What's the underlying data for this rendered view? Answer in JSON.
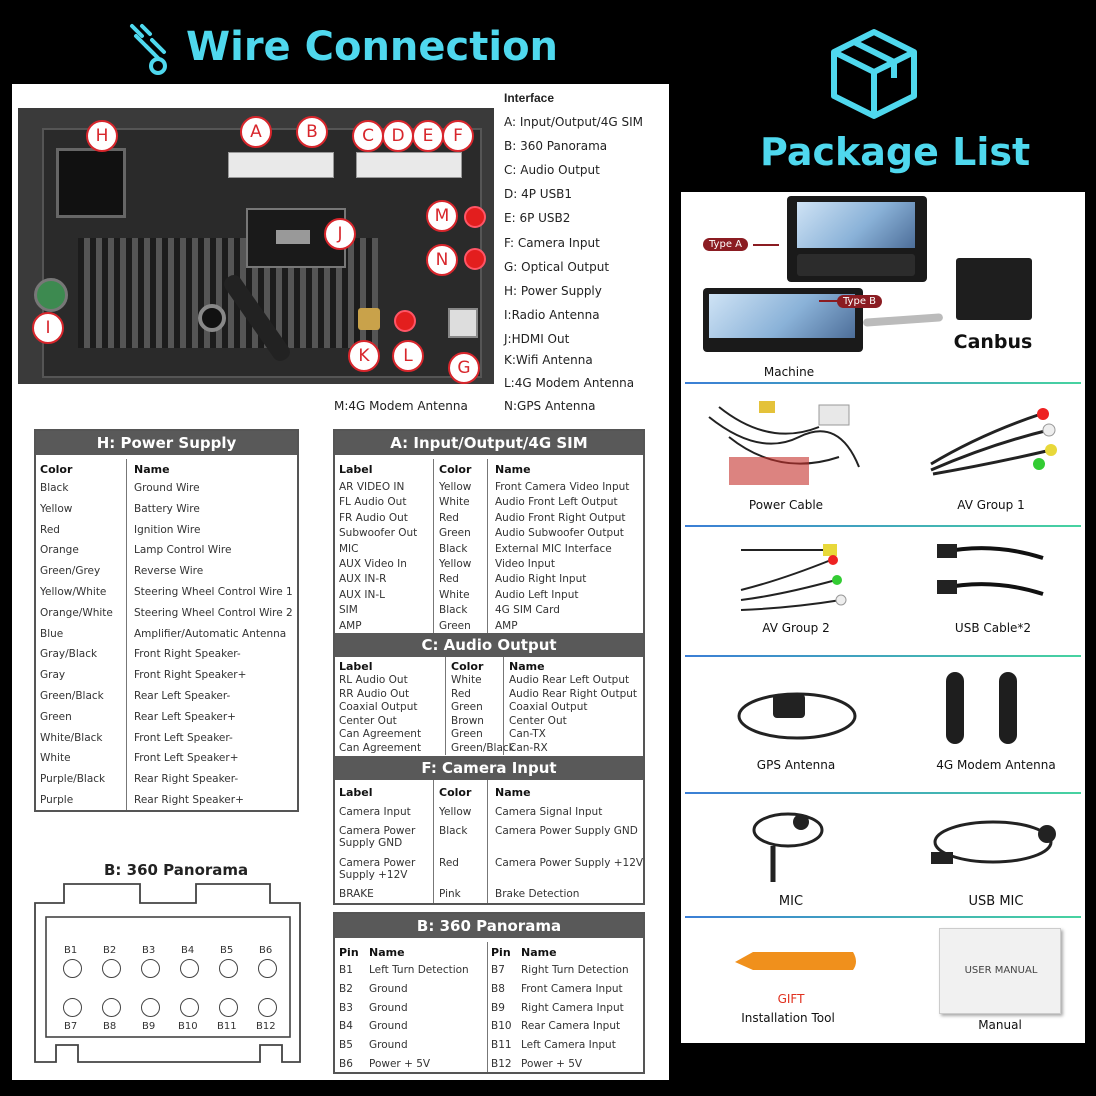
{
  "headings": {
    "wire": "Wire Connection",
    "package": "Package List"
  },
  "icons": {
    "wire": "plug-icon",
    "package": "box-icon"
  },
  "colors": {
    "accent": "#4fd8ee",
    "table_header": "#595959",
    "badge": "#d8262c",
    "gift": "#e0301e"
  },
  "interface": {
    "title": "Interface",
    "items": [
      "A: Input/Output/4G SIM",
      "B: 360 Panorama",
      "C: Audio Output",
      "D: 4P USB1",
      "E: 6P USB2",
      "F: Camera Input",
      "G: Optical Output",
      "H: Power Supply",
      "I:Radio Antenna",
      "J:HDMI Out",
      "K:Wifi Antenna",
      "L:4G Modem Antenna"
    ],
    "bottom_left": "M:4G Modem Antenna",
    "bottom_right": "N:GPS Antenna"
  },
  "ports": {
    "H": "H",
    "A": "A",
    "B": "B",
    "C": "C",
    "D": "D",
    "E": "E",
    "F": "F",
    "J": "J",
    "M": "M",
    "N": "N",
    "I": "I",
    "K": "K",
    "L": "L",
    "G": "G"
  },
  "power_supply": {
    "title": "H: Power Supply",
    "headers": [
      "Color",
      "Name"
    ],
    "rows": [
      [
        "Black",
        "Ground Wire"
      ],
      [
        "Yellow",
        "Battery Wire"
      ],
      [
        "Red",
        "Ignition Wire"
      ],
      [
        "Orange",
        "Lamp Control Wire"
      ],
      [
        "Green/Grey",
        "Reverse Wire"
      ],
      [
        "Yellow/White",
        "Steering Wheel Control Wire 1"
      ],
      [
        "Orange/White",
        "Steering Wheel Control Wire 2"
      ],
      [
        "Blue",
        "Amplifier/Automatic Antenna"
      ],
      [
        "Gray/Black",
        "Front Right Speaker-"
      ],
      [
        "Gray",
        "Front Right Speaker+"
      ],
      [
        "Green/Black",
        "Rear Left Speaker-"
      ],
      [
        "Green",
        "Rear Left Speaker+"
      ],
      [
        "White/Black",
        "Front Left Speaker-"
      ],
      [
        "White",
        "Front Left Speaker+"
      ],
      [
        "Purple/Black",
        "Rear Right Speaker-"
      ],
      [
        "Purple",
        "Rear Right Speaker+"
      ]
    ]
  },
  "io_table": {
    "title": "A: Input/Output/4G SIM",
    "headers": [
      "Label",
      "Color",
      "Name"
    ],
    "rows": [
      [
        "AR VIDEO IN",
        "Yellow",
        "Front Camera Video Input"
      ],
      [
        "FL Audio Out",
        "White",
        "Audio Front Left Output"
      ],
      [
        "FR Audio Out",
        "Red",
        "Audio Front Right Output"
      ],
      [
        "Subwoofer Out",
        "Green",
        "Audio Subwoofer Output"
      ],
      [
        "MIC",
        "Black",
        "External MIC Interface"
      ],
      [
        "AUX Video In",
        "Yellow",
        "Video Input"
      ],
      [
        "AUX IN-R",
        "Red",
        "Audio Right Input"
      ],
      [
        "AUX IN-L",
        "White",
        "Audio Left Input"
      ],
      [
        "SIM",
        "Black",
        "4G SIM Card"
      ],
      [
        "AMP",
        "Green",
        "AMP"
      ]
    ]
  },
  "audio_table": {
    "title": "C: Audio Output",
    "headers": [
      "Label",
      "Color",
      "Name"
    ],
    "rows": [
      [
        "RL Audio Out",
        "White",
        "Audio Rear Left Output"
      ],
      [
        "RR Audio Out",
        "Red",
        "Audio Rear Right Output"
      ],
      [
        "Coaxial Output",
        "Green",
        "Coaxial Output"
      ],
      [
        "Center Out",
        "Brown",
        "Center Out"
      ],
      [
        "Can Agreement",
        "Green",
        "Can-TX"
      ],
      [
        "Can Agreement",
        "Green/Black",
        "Can-RX"
      ]
    ]
  },
  "camera_table": {
    "title": "F: Camera Input",
    "headers": [
      "Label",
      "Color",
      "Name"
    ],
    "rows": [
      [
        "Camera Input",
        "Yellow",
        "Camera Signal Input"
      ],
      [
        "Camera Power\nSupply GND",
        "Black",
        "Camera Power Supply GND"
      ],
      [
        "Camera Power\nSupply +12V",
        "Red",
        "Camera Power Supply +12V"
      ],
      [
        "BRAKE",
        "Pink",
        "Brake Detection"
      ]
    ]
  },
  "panorama_table": {
    "title": "B: 360 Panorama",
    "headers": [
      "Pin",
      "Name",
      "Pin",
      "Name"
    ],
    "rows": [
      [
        "B1",
        "Left Turn Detection",
        "B7",
        "Right Turn Detection"
      ],
      [
        "B2",
        "Ground",
        "B8",
        "Front Camera Input"
      ],
      [
        "B3",
        "Ground",
        "B9",
        "Right Camera Input"
      ],
      [
        "B4",
        "Ground",
        "B10",
        "Rear Camera Input"
      ],
      [
        "B5",
        "Ground",
        "B11",
        "Left Camera Input"
      ],
      [
        "B6",
        "Power + 5V",
        "B12",
        "Power + 5V"
      ]
    ]
  },
  "panorama_connector": {
    "title": "B: 360 Panorama",
    "top_pins": [
      "B1",
      "B2",
      "B3",
      "B4",
      "B5",
      "B6"
    ],
    "bottom_pins": [
      "B7",
      "B8",
      "B9",
      "B10",
      "B11",
      "B12"
    ]
  },
  "package": {
    "type_a": "Type A",
    "type_b": "Type B",
    "machine": "Machine",
    "canbus": "Canbus",
    "power_cable": "Power Cable",
    "av_group_1": "AV Group 1",
    "av_group_2": "AV Group 2",
    "usb_cable": "USB Cable*2",
    "gps_antenna": "GPS Antenna",
    "modem_antenna": "4G Modem Antenna",
    "mic": "MIC",
    "usb_mic": "USB MIC",
    "gift": "GIFT",
    "installation_tool": "Installation Tool",
    "manual_cover": "USER MANUAL",
    "manual": "Manual"
  }
}
